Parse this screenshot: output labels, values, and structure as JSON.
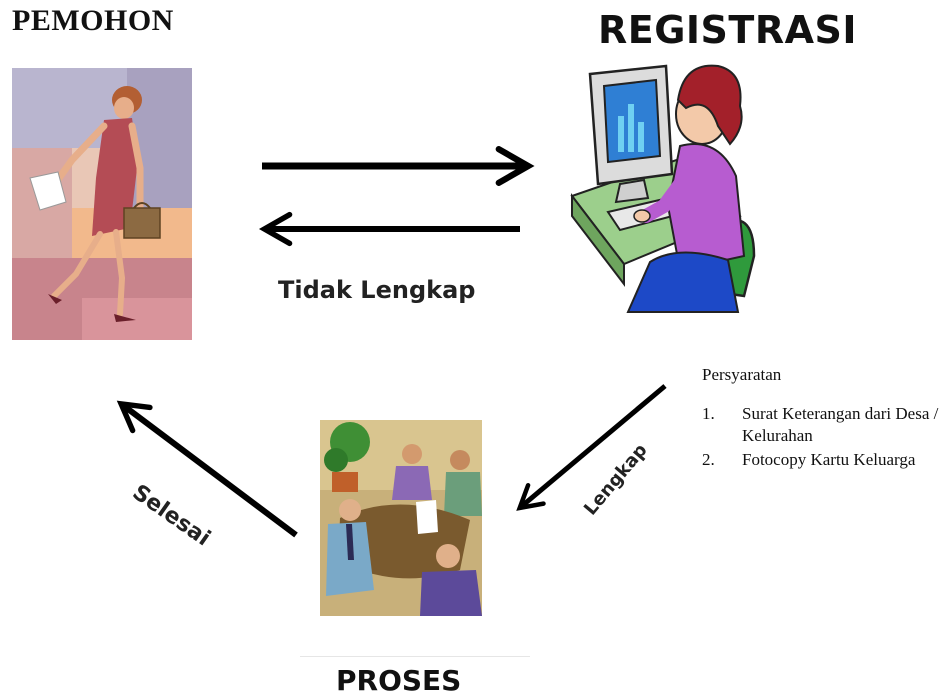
{
  "nodes": {
    "pemohon": "PEMOHON",
    "registrasi": "REGISTRASI",
    "proses": "PROSES"
  },
  "edges": {
    "tidak_lengkap": "Tidak Lengkap",
    "lengkap": "Lengkap",
    "selesai": "Selesai"
  },
  "requirements": {
    "title": "Persyaratan",
    "items": [
      {
        "num": "1.",
        "text": "Surat Keterangan dari Desa / Kelurahan"
      },
      {
        "num": "2.",
        "text": "Fotocopy Kartu Keluarga"
      }
    ]
  }
}
